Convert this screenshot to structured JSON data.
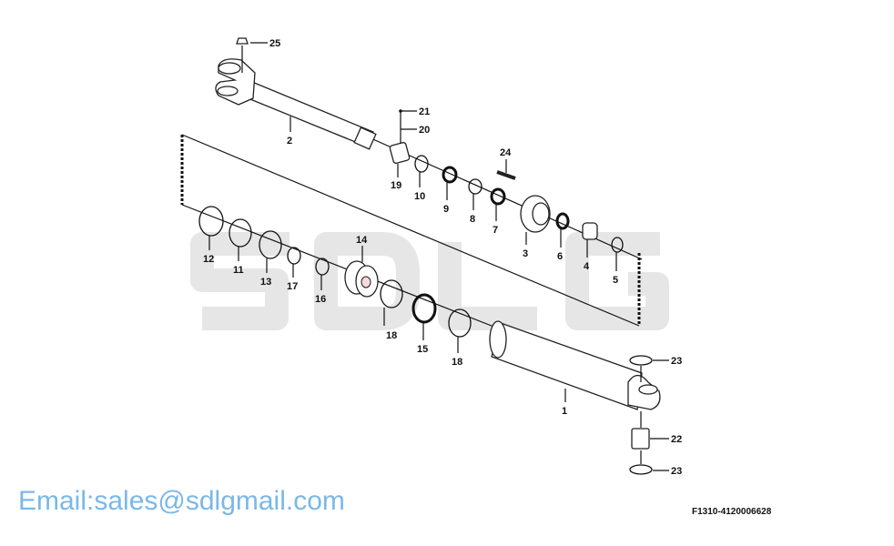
{
  "watermark": {
    "brand": "SDLG",
    "email": "Email:sales@sdlgmail.com"
  },
  "drawing_code": "F1310-4120006628",
  "callouts": {
    "p1": "1",
    "p2": "2",
    "p3": "3",
    "p4": "4",
    "p5": "5",
    "p6": "6",
    "p7": "7",
    "p8": "8",
    "p9": "9",
    "p10": "10",
    "p11": "11",
    "p12": "12",
    "p13": "13",
    "p14": "14",
    "p15": "15",
    "p16": "16",
    "p17": "17",
    "p18a": "18",
    "p18b": "18",
    "p19": "19",
    "p20": "20",
    "p21": "21",
    "p22": "22",
    "p23a": "23",
    "p23b": "23",
    "p24": "24",
    "p25": "25"
  },
  "colors": {
    "watermark_text": "#7ab8e8",
    "watermark_logo": "#e6e6e6",
    "line": "#111111"
  }
}
